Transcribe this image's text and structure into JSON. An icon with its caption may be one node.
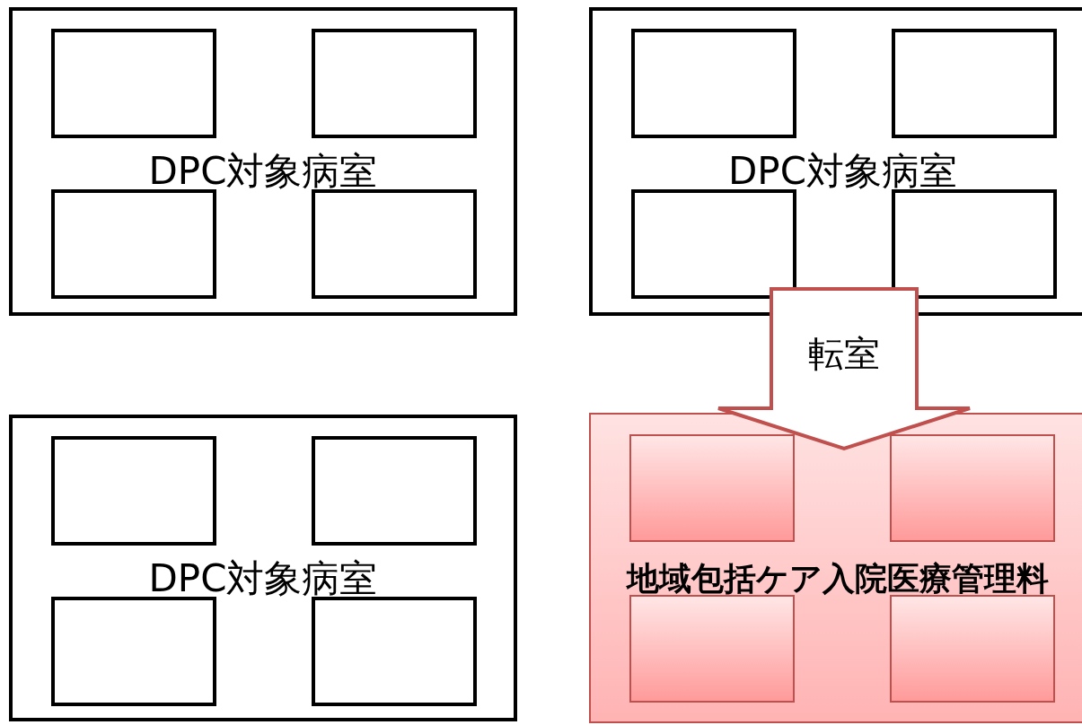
{
  "diagram": {
    "nodes": [
      {
        "text": [
          "DPC対象病室"
        ]
      },
      {
        "text": [],
        "shape": "box",
        "in": 0
      },
      {
        "text": [],
        "shape": "box",
        "in": 0
      },
      {
        "text": [],
        "shape": "box",
        "in": 0
      },
      {
        "text": [],
        "shape": "box",
        "in": 0
      },
      {
        "text": [
          "DPC対象病室"
        ]
      },
      {
        "text": [],
        "shape": "box",
        "in": 5
      },
      {
        "text": [],
        "shape": "box",
        "in": 5
      },
      {
        "text": [],
        "shape": "box",
        "in": 5
      },
      {
        "text": [],
        "shape": "box",
        "in": 5
      },
      {
        "text": [
          "DPC対象病室"
        ]
      },
      {
        "text": [],
        "shape": "box",
        "in": 10
      },
      {
        "text": [],
        "shape": "box",
        "in": 10
      },
      {
        "text": [],
        "shape": "box",
        "in": 10
      },
      {
        "text": [],
        "shape": "box",
        "in": 10
      },
      {
        "text": [
          "地域包括ケア入院医療管理料"
        ]
      },
      {
        "text": [],
        "shape": "box",
        "in": 15
      },
      {
        "text": [],
        "shape": "box",
        "in": 15
      },
      {
        "text": [],
        "shape": "box",
        "in": 15
      },
      {
        "text": [],
        "shape": "box",
        "in": 15
      }
    ],
    "edges": [
      {
        "from": 5,
        "to": 15,
        "arrow": "to",
        "label": "転室"
      }
    ]
  }
}
